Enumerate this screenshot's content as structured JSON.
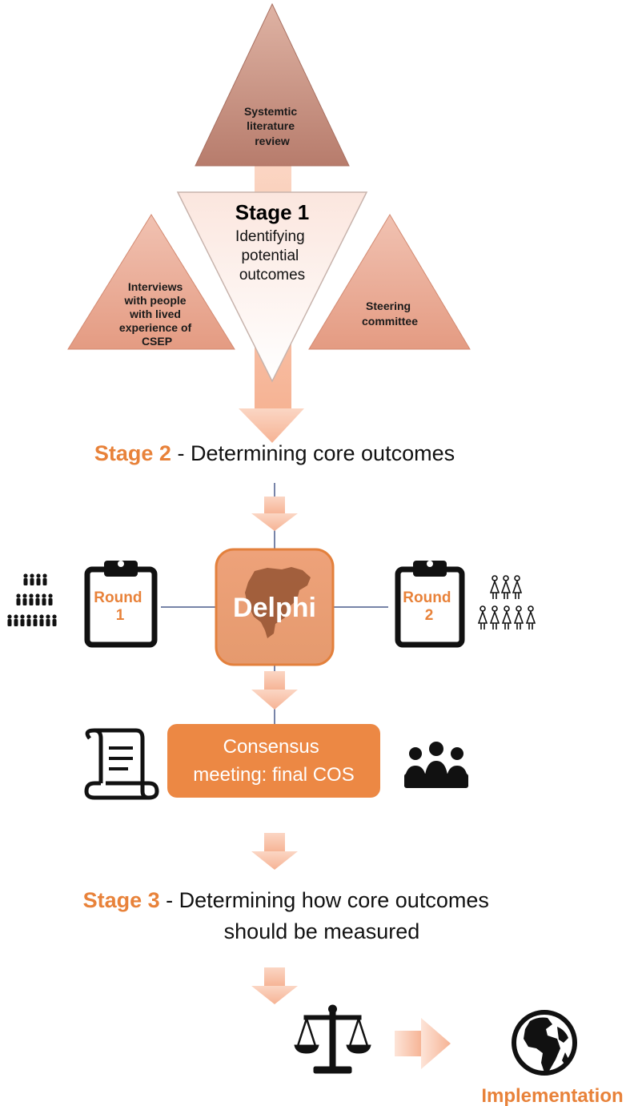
{
  "stage1": {
    "top_triangle": [
      "Systemtic",
      "literature",
      "review"
    ],
    "left_triangle": [
      "Interviews",
      "with people",
      "with lived",
      "experience of",
      "CSEP"
    ],
    "right_triangle": [
      "Steering",
      "committee"
    ],
    "title": "Stage 1",
    "subtitle": [
      "Identifying",
      "potential",
      "outcomes"
    ]
  },
  "stage2": {
    "label": "Stage 2",
    "text": " - Determining core outcomes"
  },
  "delphi": {
    "label": "Delphi",
    "round1": {
      "word": "Round",
      "number": "1"
    },
    "round2": {
      "word": "Round",
      "number": "2"
    }
  },
  "consensus": {
    "lines": [
      "Consensus",
      "meeting: final COS"
    ]
  },
  "stage3": {
    "label": "Stage 3",
    "text_line1": " - Determining how core outcomes",
    "text_line2": "should be measured"
  },
  "implementation": {
    "label": "Implementation"
  },
  "icons": [
    "people-pyramid-icon",
    "clipboard-icon",
    "people-female-icon",
    "scroll-document-icon",
    "meeting-group-icon",
    "balance-scale-icon",
    "globe-icon"
  ],
  "colors": {
    "accent_orange": "#e8823a",
    "triangle_dark": "#c98c7e",
    "triangle_light": "#e8a98f",
    "arrow": "#f9c6ad",
    "delphi_box": "#e9a87c"
  }
}
